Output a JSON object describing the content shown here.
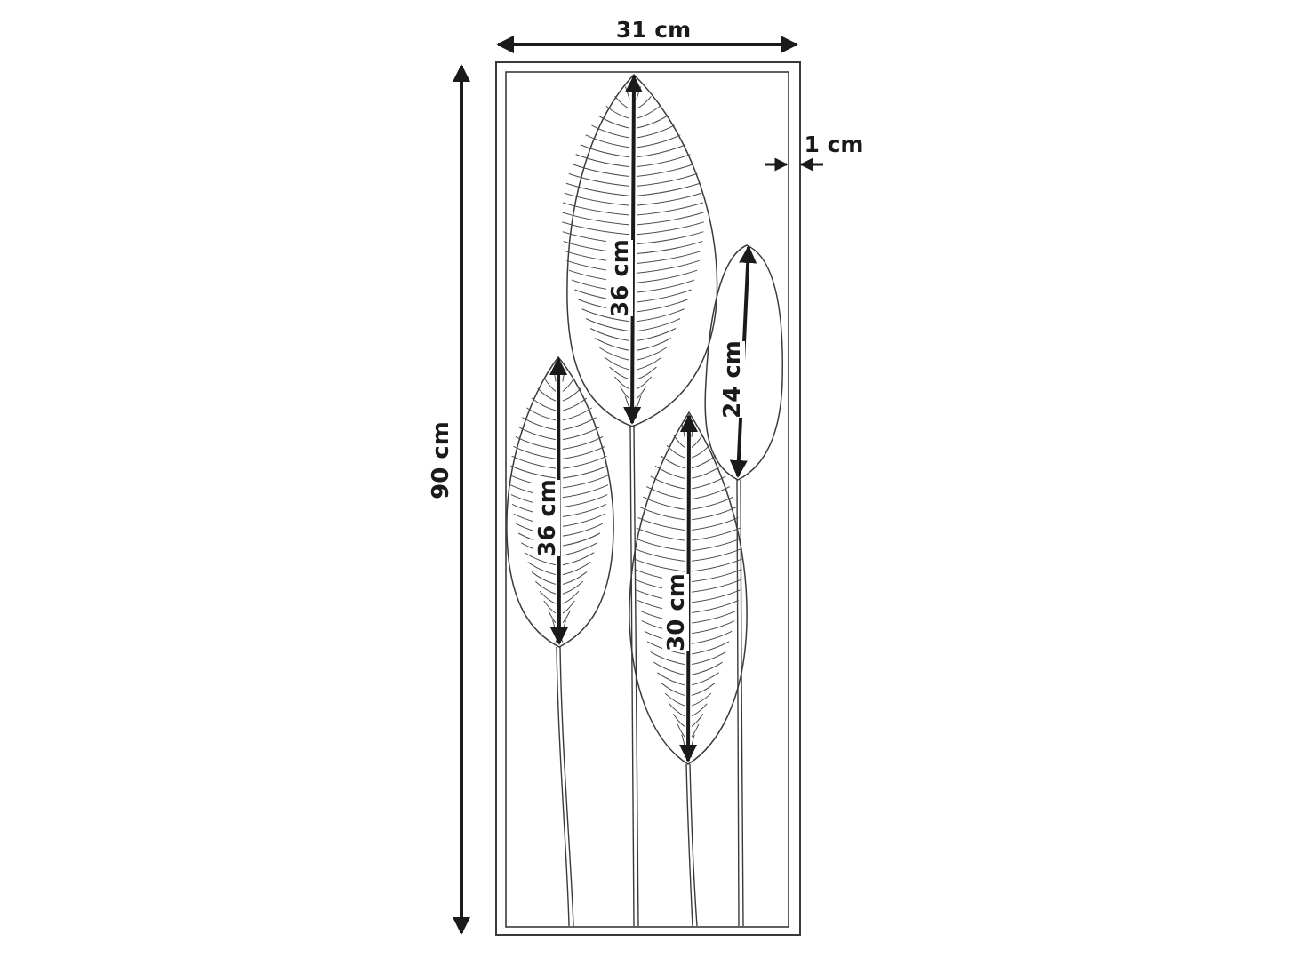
{
  "dimensions": {
    "width_label": "31 cm",
    "height_label": "90 cm",
    "depth_label": "1 cm",
    "leaf_left_label": "36 cm",
    "leaf_center_label": "36 cm",
    "leaf_small_label": "30 cm",
    "leaf_oval_label": "24 cm"
  },
  "colors": {
    "line": "#1a1a1a",
    "frame": "#3a3a3a",
    "background": "#ffffff"
  }
}
